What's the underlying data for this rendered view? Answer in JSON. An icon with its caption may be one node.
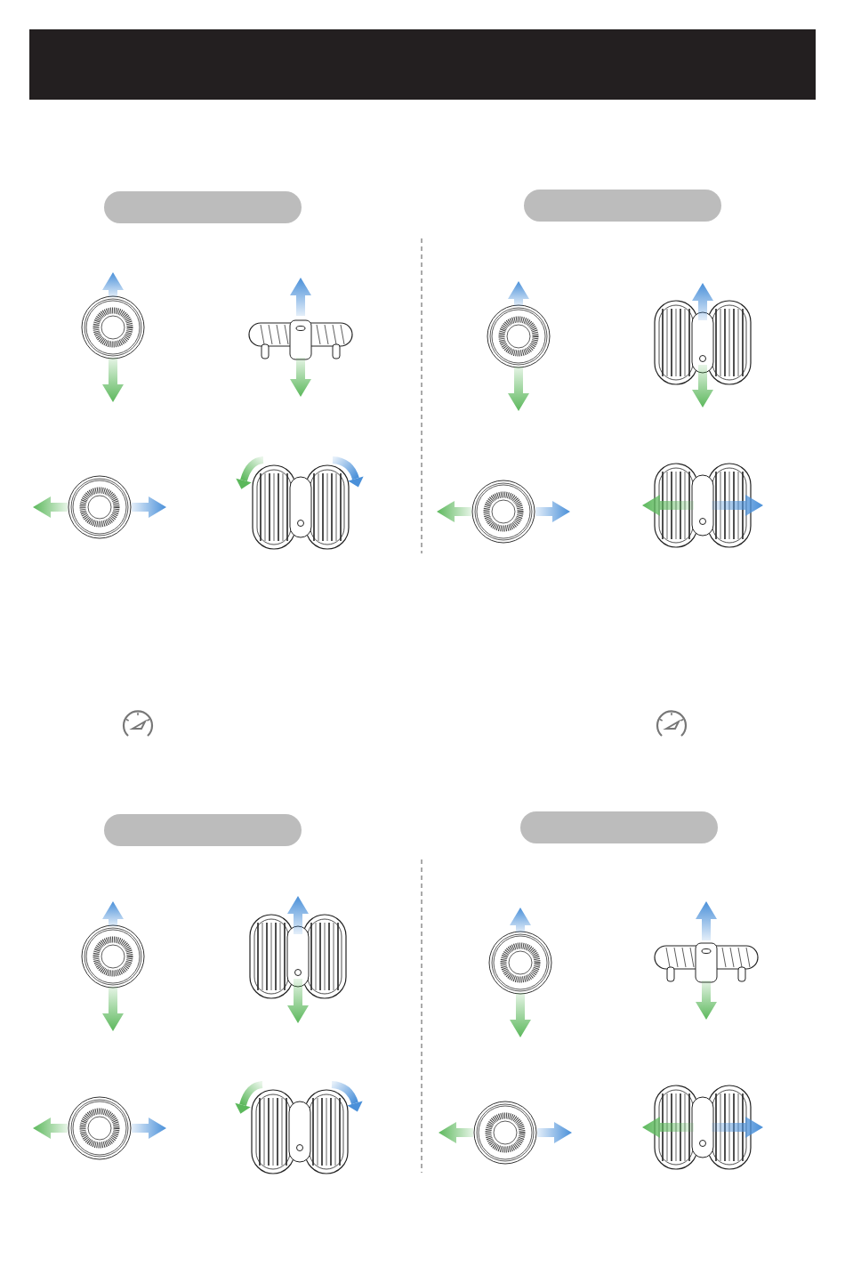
{
  "diagram": {
    "nodes": [
      {
        "text": [],
        "shape": "bar"
      },
      {
        "text": [],
        "shape": "box"
      },
      {
        "text": [],
        "shape": "box"
      },
      {
        "text": [],
        "shape": "box"
      },
      {
        "text": [],
        "shape": "box"
      }
    ]
  }
}
